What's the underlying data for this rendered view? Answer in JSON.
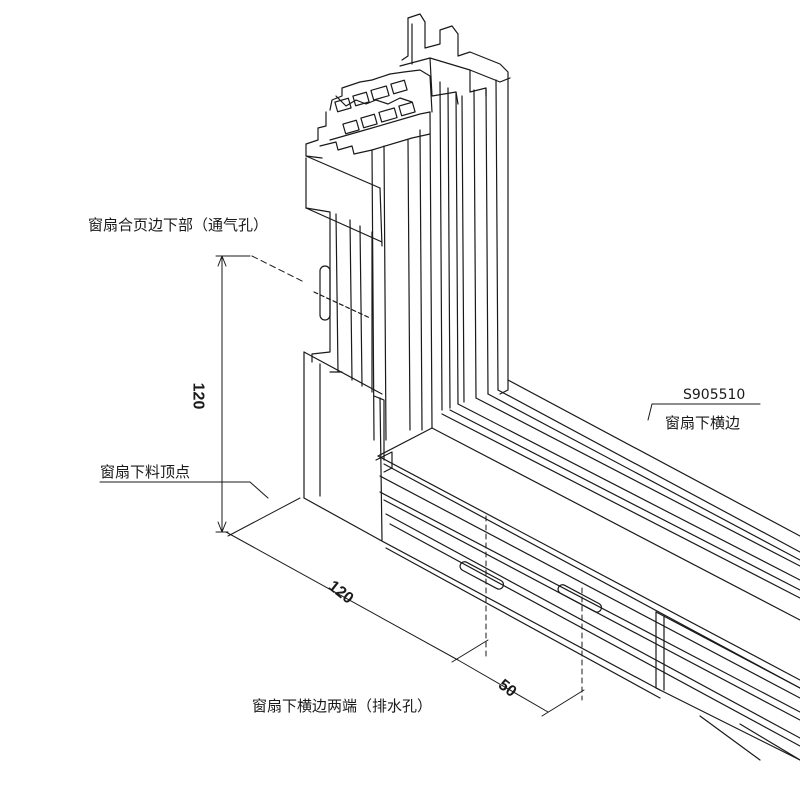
{
  "labels": {
    "hinge_side_bottom": "窗扇合页边下部（通气孔）",
    "sash_bottom_top_point": "窗扇下料顶点",
    "profile_code": "S905510",
    "sash_bottom_rail": "窗扇下横边",
    "bottom_rail_ends": "窗扇下横边两端（排水孔）"
  },
  "dimensions": {
    "vertical": "120",
    "horizontal": "120",
    "offset": "50"
  },
  "colors": {
    "line": "#1a1a1a",
    "profile_fill": "#ffffff"
  }
}
